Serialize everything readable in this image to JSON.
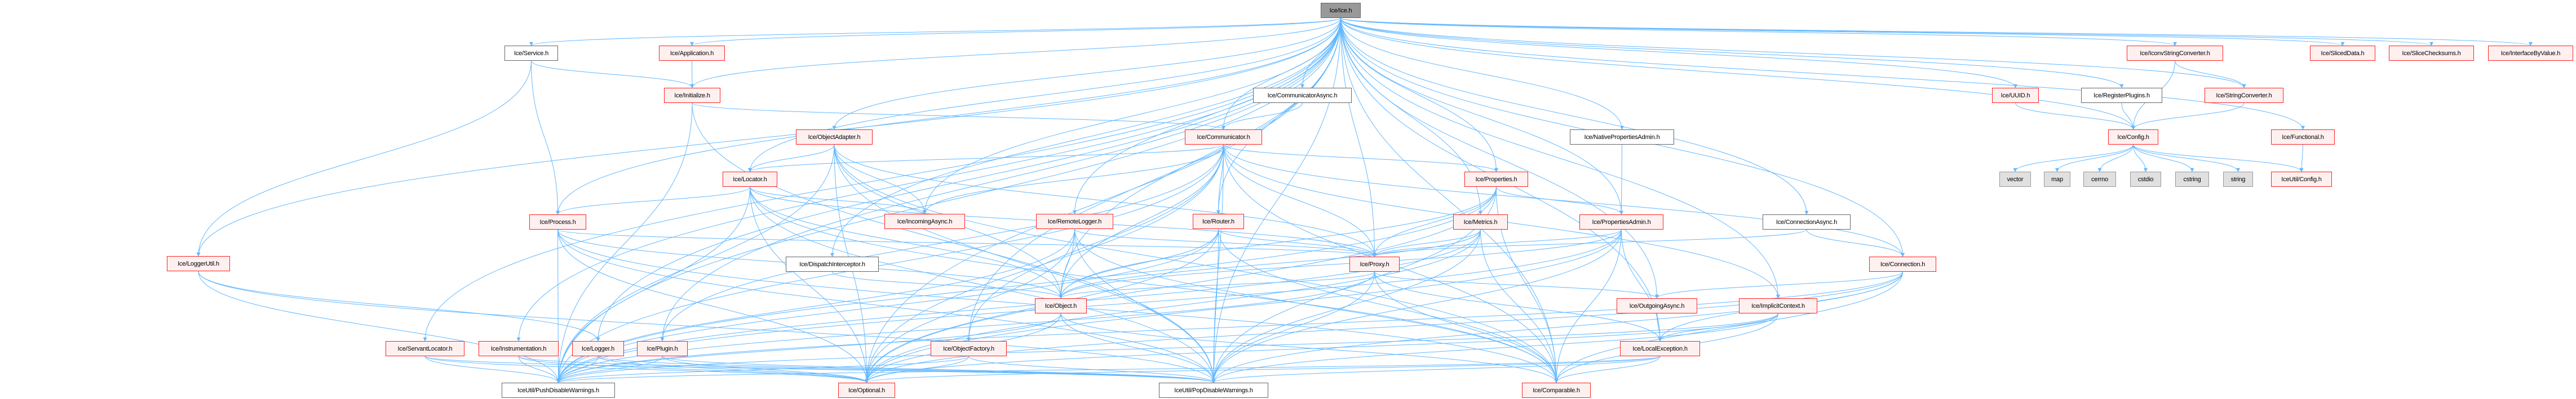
{
  "colors": {
    "edge": "#63b8ff",
    "node_border_red": "#ff2020",
    "node_fill_red": "#fff0f0",
    "root_fill": "#999999",
    "system_fill": "#e0e0e0"
  },
  "nodes": [
    {
      "id": "ice",
      "label": "Ice/Ice.h",
      "kind": "root"
    },
    {
      "id": "service",
      "label": "Ice/Service.h",
      "kind": "white"
    },
    {
      "id": "application",
      "label": "Ice/Application.h",
      "kind": "red"
    },
    {
      "id": "initialize",
      "label": "Ice/Initialize.h",
      "kind": "red"
    },
    {
      "id": "communicatorasync",
      "label": "Ice/CommunicatorAsync.h",
      "kind": "white"
    },
    {
      "id": "objectadapter",
      "label": "Ice/ObjectAdapter.h",
      "kind": "red"
    },
    {
      "id": "communicator",
      "label": "Ice/Communicator.h",
      "kind": "red"
    },
    {
      "id": "nativepropertiesadmin",
      "label": "Ice/NativePropertiesAdmin.h",
      "kind": "white"
    },
    {
      "id": "locator",
      "label": "Ice/Locator.h",
      "kind": "red"
    },
    {
      "id": "properties",
      "label": "Ice/Properties.h",
      "kind": "red"
    },
    {
      "id": "process",
      "label": "Ice/Process.h",
      "kind": "red"
    },
    {
      "id": "incomingasync",
      "label": "Ice/IncomingAsync.h",
      "kind": "red"
    },
    {
      "id": "remotelogger",
      "label": "Ice/RemoteLogger.h",
      "kind": "red"
    },
    {
      "id": "router",
      "label": "Ice/Router.h",
      "kind": "red"
    },
    {
      "id": "metrics",
      "label": "Ice/Metrics.h",
      "kind": "red"
    },
    {
      "id": "propertiesadmin",
      "label": "Ice/PropertiesAdmin.h",
      "kind": "red"
    },
    {
      "id": "connectionasync",
      "label": "Ice/ConnectionAsync.h",
      "kind": "white"
    },
    {
      "id": "loggerutil",
      "label": "Ice/LoggerUtil.h",
      "kind": "red"
    },
    {
      "id": "dispatchinterceptor",
      "label": "Ice/DispatchInterceptor.h",
      "kind": "white"
    },
    {
      "id": "proxy",
      "label": "Ice/Proxy.h",
      "kind": "red"
    },
    {
      "id": "connection",
      "label": "Ice/Connection.h",
      "kind": "red"
    },
    {
      "id": "object",
      "label": "Ice/Object.h",
      "kind": "red"
    },
    {
      "id": "outgoingasync",
      "label": "Ice/OutgoingAsync.h",
      "kind": "red"
    },
    {
      "id": "implicitcontext",
      "label": "Ice/ImplicitContext.h",
      "kind": "red"
    },
    {
      "id": "servantlocator",
      "label": "Ice/ServantLocator.h",
      "kind": "red"
    },
    {
      "id": "instrumentation",
      "label": "Ice/Instrumentation.h",
      "kind": "red"
    },
    {
      "id": "logger",
      "label": "Ice/Logger.h",
      "kind": "red"
    },
    {
      "id": "plugin",
      "label": "Ice/Plugin.h",
      "kind": "red"
    },
    {
      "id": "objectfactory",
      "label": "Ice/ObjectFactory.h",
      "kind": "red"
    },
    {
      "id": "localexception",
      "label": "Ice/LocalException.h",
      "kind": "red"
    },
    {
      "id": "pushdisable",
      "label": "IceUtil/PushDisableWarnings.h",
      "kind": "white"
    },
    {
      "id": "optional",
      "label": "Ice/Optional.h",
      "kind": "red"
    },
    {
      "id": "popdisable",
      "label": "IceUtil/PopDisableWarnings.h",
      "kind": "white"
    },
    {
      "id": "comparable",
      "label": "Ice/Comparable.h",
      "kind": "red"
    },
    {
      "id": "iconvstringconverter",
      "label": "Ice/IconvStringConverter.h",
      "kind": "red"
    },
    {
      "id": "sliceddata",
      "label": "Ice/SlicedData.h",
      "kind": "red"
    },
    {
      "id": "slicechecksums",
      "label": "Ice/SliceChecksums.h",
      "kind": "red"
    },
    {
      "id": "interfacebyvalue",
      "label": "Ice/InterfaceByValue.h",
      "kind": "red"
    },
    {
      "id": "uuid",
      "label": "Ice/UUID.h",
      "kind": "red"
    },
    {
      "id": "registerplugins",
      "label": "Ice/RegisterPlugins.h",
      "kind": "white"
    },
    {
      "id": "stringconverter",
      "label": "Ice/StringConverter.h",
      "kind": "red"
    },
    {
      "id": "config",
      "label": "Ice/Config.h",
      "kind": "red"
    },
    {
      "id": "functional",
      "label": "Ice/Functional.h",
      "kind": "red"
    },
    {
      "id": "vector",
      "label": "vector",
      "kind": "sys"
    },
    {
      "id": "map",
      "label": "map",
      "kind": "sys"
    },
    {
      "id": "cerrno",
      "label": "cerrno",
      "kind": "sys"
    },
    {
      "id": "cstdio",
      "label": "cstdio",
      "kind": "sys"
    },
    {
      "id": "cstring",
      "label": "cstring",
      "kind": "sys"
    },
    {
      "id": "string",
      "label": "string",
      "kind": "sys"
    },
    {
      "id": "iceutilconfig",
      "label": "IceUtil/Config.h",
      "kind": "red"
    }
  ],
  "edges": [
    [
      "ice",
      "service"
    ],
    [
      "ice",
      "application"
    ],
    [
      "ice",
      "initialize"
    ],
    [
      "ice",
      "communicatorasync"
    ],
    [
      "ice",
      "objectadapter"
    ],
    [
      "ice",
      "communicator"
    ],
    [
      "ice",
      "nativepropertiesadmin"
    ],
    [
      "ice",
      "locator"
    ],
    [
      "ice",
      "properties"
    ],
    [
      "ice",
      "process"
    ],
    [
      "ice",
      "incomingasync"
    ],
    [
      "ice",
      "remotelogger"
    ],
    [
      "ice",
      "router"
    ],
    [
      "ice",
      "metrics"
    ],
    [
      "ice",
      "propertiesadmin"
    ],
    [
      "ice",
      "connectionasync"
    ],
    [
      "ice",
      "loggerutil"
    ],
    [
      "ice",
      "dispatchinterceptor"
    ],
    [
      "ice",
      "proxy"
    ],
    [
      "ice",
      "connection"
    ],
    [
      "ice",
      "object"
    ],
    [
      "ice",
      "outgoingasync"
    ],
    [
      "ice",
      "implicitcontext"
    ],
    [
      "ice",
      "servantlocator"
    ],
    [
      "ice",
      "instrumentation"
    ],
    [
      "ice",
      "logger"
    ],
    [
      "ice",
      "plugin"
    ],
    [
      "ice",
      "objectfactory"
    ],
    [
      "ice",
      "localexception"
    ],
    [
      "ice",
      "pushdisable"
    ],
    [
      "ice",
      "optional"
    ],
    [
      "ice",
      "popdisable"
    ],
    [
      "ice",
      "comparable"
    ],
    [
      "ice",
      "iconvstringconverter"
    ],
    [
      "ice",
      "sliceddata"
    ],
    [
      "ice",
      "slicechecksums"
    ],
    [
      "ice",
      "interfacebyvalue"
    ],
    [
      "ice",
      "uuid"
    ],
    [
      "ice",
      "registerplugins"
    ],
    [
      "ice",
      "stringconverter"
    ],
    [
      "ice",
      "config"
    ],
    [
      "ice",
      "functional"
    ],
    [
      "service",
      "loggerutil"
    ],
    [
      "service",
      "initialize"
    ],
    [
      "service",
      "process"
    ],
    [
      "application",
      "initialize"
    ],
    [
      "initialize",
      "communicator"
    ],
    [
      "initialize",
      "pushdisable"
    ],
    [
      "initialize",
      "popdisable"
    ],
    [
      "communicatorasync",
      "communicator"
    ],
    [
      "communicator",
      "locator"
    ],
    [
      "communicator",
      "incomingasync"
    ],
    [
      "communicator",
      "router"
    ],
    [
      "communicator",
      "properties"
    ],
    [
      "communicator",
      "proxy"
    ],
    [
      "communicator",
      "object"
    ],
    [
      "communicator",
      "optional"
    ],
    [
      "communicator",
      "pushdisable"
    ],
    [
      "communicator",
      "popdisable"
    ],
    [
      "communicator",
      "comparable"
    ],
    [
      "communicator",
      "connection"
    ],
    [
      "communicator",
      "objectfactory"
    ],
    [
      "communicator",
      "plugin"
    ],
    [
      "communicator",
      "implicitcontext"
    ],
    [
      "objectadapter",
      "locator"
    ],
    [
      "objectadapter",
      "incomingasync"
    ],
    [
      "objectadapter",
      "object"
    ],
    [
      "objectadapter",
      "proxy"
    ],
    [
      "objectadapter",
      "optional"
    ],
    [
      "objectadapter",
      "pushdisable"
    ],
    [
      "objectadapter",
      "popdisable"
    ],
    [
      "objectadapter",
      "comparable"
    ],
    [
      "locator",
      "incomingasync"
    ],
    [
      "locator",
      "process"
    ],
    [
      "locator",
      "proxy"
    ],
    [
      "locator",
      "object"
    ],
    [
      "locator",
      "optional"
    ],
    [
      "locator",
      "pushdisable"
    ],
    [
      "locator",
      "popdisable"
    ],
    [
      "locator",
      "comparable"
    ],
    [
      "process",
      "proxy"
    ],
    [
      "process",
      "object"
    ],
    [
      "process",
      "optional"
    ],
    [
      "process",
      "pushdisable"
    ],
    [
      "process",
      "popdisable"
    ],
    [
      "process",
      "comparable"
    ],
    [
      "remotelogger",
      "object"
    ],
    [
      "remotelogger",
      "proxy"
    ],
    [
      "remotelogger",
      "optional"
    ],
    [
      "remotelogger",
      "pushdisable"
    ],
    [
      "remotelogger",
      "popdisable"
    ],
    [
      "remotelogger",
      "comparable"
    ],
    [
      "router",
      "object"
    ],
    [
      "router",
      "proxy"
    ],
    [
      "router",
      "optional"
    ],
    [
      "router",
      "pushdisable"
    ],
    [
      "router",
      "popdisable"
    ],
    [
      "router",
      "comparable"
    ],
    [
      "dispatchinterceptor",
      "object"
    ],
    [
      "properties",
      "propertiesadmin"
    ],
    [
      "properties",
      "proxy"
    ],
    [
      "properties",
      "object"
    ],
    [
      "properties",
      "optional"
    ],
    [
      "properties",
      "pushdisable"
    ],
    [
      "properties",
      "popdisable"
    ],
    [
      "properties",
      "comparable"
    ],
    [
      "metrics",
      "proxy"
    ],
    [
      "metrics",
      "object"
    ],
    [
      "metrics",
      "optional"
    ],
    [
      "metrics",
      "pushdisable"
    ],
    [
      "metrics",
      "popdisable"
    ],
    [
      "metrics",
      "comparable"
    ],
    [
      "nativepropertiesadmin",
      "propertiesadmin"
    ],
    [
      "propertiesadmin",
      "proxy"
    ],
    [
      "propertiesadmin",
      "object"
    ],
    [
      "propertiesadmin",
      "optional"
    ],
    [
      "propertiesadmin",
      "pushdisable"
    ],
    [
      "propertiesadmin",
      "popdisable"
    ],
    [
      "propertiesadmin",
      "comparable"
    ],
    [
      "propertiesadmin",
      "localexception"
    ],
    [
      "connectionasync",
      "connection"
    ],
    [
      "connectionasync",
      "proxy"
    ],
    [
      "connection",
      "outgoingasync"
    ],
    [
      "connection",
      "optional"
    ],
    [
      "connection",
      "pushdisable"
    ],
    [
      "connection",
      "popdisable"
    ],
    [
      "connection",
      "comparable"
    ],
    [
      "connection",
      "localexception"
    ],
    [
      "outgoingasync",
      "localexception"
    ],
    [
      "implicitcontext",
      "localexception"
    ],
    [
      "implicitcontext",
      "optional"
    ],
    [
      "implicitcontext",
      "pushdisable"
    ],
    [
      "implicitcontext",
      "popdisable"
    ],
    [
      "implicitcontext",
      "comparable"
    ],
    [
      "localexception",
      "comparable"
    ],
    [
      "localexception",
      "optional"
    ],
    [
      "localexception",
      "pushdisable"
    ],
    [
      "localexception",
      "popdisable"
    ],
    [
      "proxy",
      "outgoingasync"
    ],
    [
      "proxy",
      "localexception"
    ],
    [
      "proxy",
      "comparable"
    ],
    [
      "proxy",
      "pushdisable"
    ],
    [
      "proxy",
      "popdisable"
    ],
    [
      "proxy",
      "object"
    ],
    [
      "object",
      "pushdisable"
    ],
    [
      "object",
      "popdisable"
    ],
    [
      "object",
      "optional"
    ],
    [
      "object",
      "comparable"
    ],
    [
      "loggerutil",
      "logger"
    ],
    [
      "loggerutil",
      "pushdisable"
    ],
    [
      "loggerutil",
      "popdisable"
    ],
    [
      "servantlocator",
      "pushdisable"
    ],
    [
      "servantlocator",
      "popdisable"
    ],
    [
      "servantlocator",
      "optional"
    ],
    [
      "instrumentation",
      "pushdisable"
    ],
    [
      "instrumentation",
      "popdisable"
    ],
    [
      "instrumentation",
      "optional"
    ],
    [
      "logger",
      "pushdisable"
    ],
    [
      "logger",
      "popdisable"
    ],
    [
      "logger",
      "optional"
    ],
    [
      "plugin",
      "pushdisable"
    ],
    [
      "plugin",
      "popdisable"
    ],
    [
      "plugin",
      "optional"
    ],
    [
      "objectfactory",
      "pushdisable"
    ],
    [
      "objectfactory",
      "popdisable"
    ],
    [
      "objectfactory",
      "optional"
    ],
    [
      "iconvstringconverter",
      "stringconverter"
    ],
    [
      "iconvstringconverter",
      "config"
    ],
    [
      "uuid",
      "config"
    ],
    [
      "registerplugins",
      "config"
    ],
    [
      "stringconverter",
      "config"
    ],
    [
      "config",
      "vector"
    ],
    [
      "config",
      "map"
    ],
    [
      "config",
      "cerrno"
    ],
    [
      "config",
      "cstdio"
    ],
    [
      "config",
      "cstring"
    ],
    [
      "config",
      "string"
    ],
    [
      "config",
      "iceutilconfig"
    ],
    [
      "functional",
      "iceutilconfig"
    ]
  ]
}
